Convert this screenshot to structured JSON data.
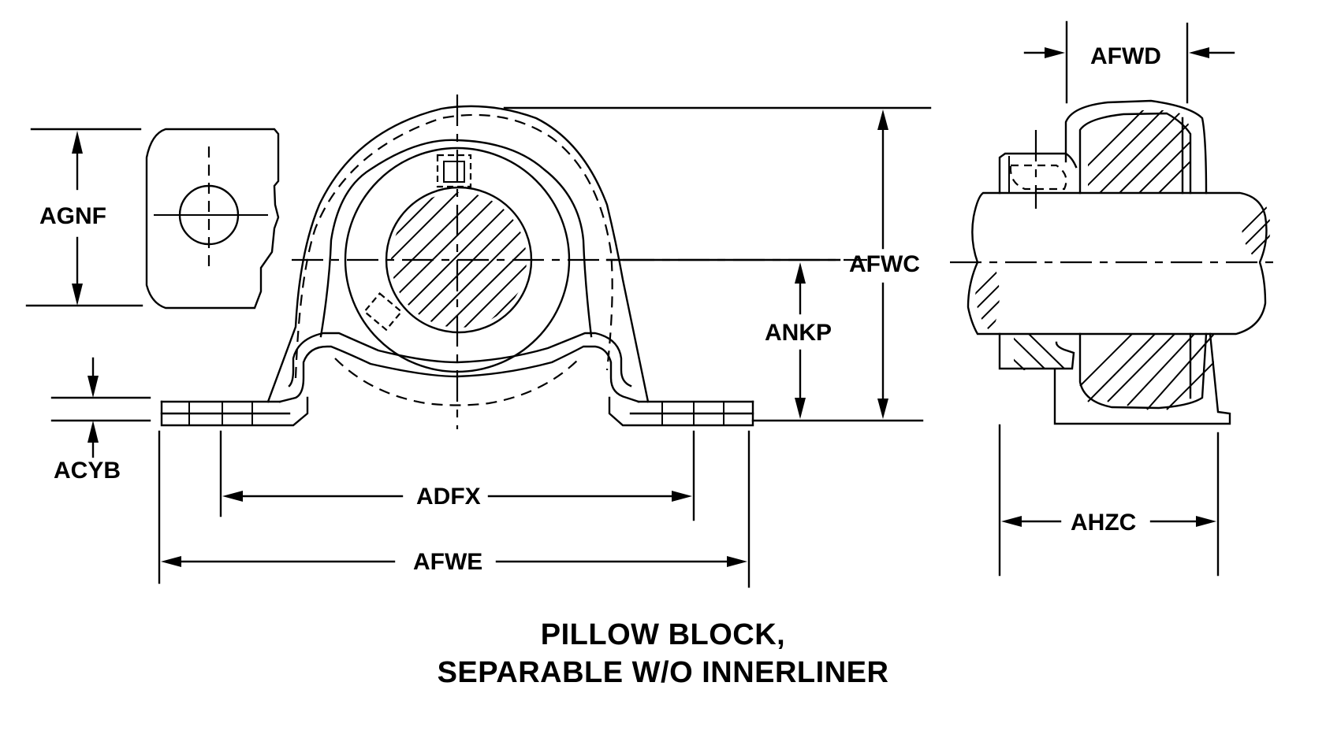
{
  "drawing": {
    "title_line1": "PILLOW BLOCK,",
    "title_line2": "SEPARABLE W/O INNERLINER",
    "line_color": "#000000",
    "background": "#ffffff"
  },
  "dimensions": {
    "agnf": "AGNF",
    "acyb": "ACYB",
    "adfx": "ADFX",
    "afwe": "AFWE",
    "ankp": "ANKP",
    "afwc": "AFWC",
    "afwd": "AFWD",
    "ahzc": "AHZC"
  },
  "views": {
    "left": "bolt-slot-detail",
    "center": "front-view",
    "right": "section-view"
  }
}
